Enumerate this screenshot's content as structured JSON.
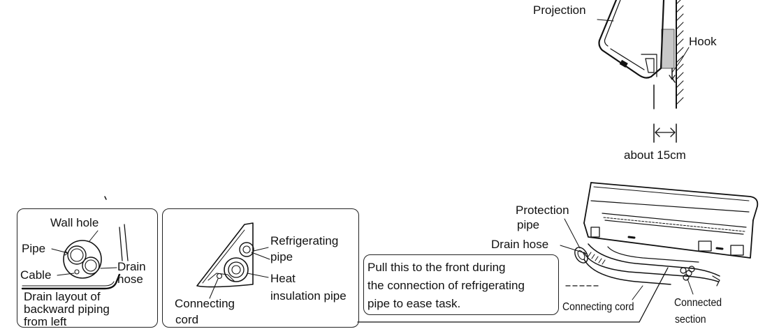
{
  "top_figure": {
    "projection": "Projection",
    "hook": "Hook",
    "distance": "about 15cm"
  },
  "panel_left": {
    "wall_hole": "Wall hole",
    "pipe": "Pipe",
    "cable": "Cable",
    "drain": "Drain",
    "hose": "hose",
    "caption_line1": "Drain layout of",
    "caption_line2": "backward piping",
    "caption_line3": "from left"
  },
  "panel_middle": {
    "refrigerating": "Refrigerating",
    "pipe": "pipe",
    "heat": "Heat",
    "insulation_pipe": "insulation pipe",
    "connecting": "Connecting",
    "cord": "cord"
  },
  "note": {
    "line1": "Pull this to the front during",
    "line2": "the connection of refrigerating",
    "line3": "pipe to ease task."
  },
  "bottom_right": {
    "protection": "Protection",
    "pipe": "pipe",
    "drain_hose": "Drain hose",
    "connecting_cord": "Connecting cord",
    "connected": "Connected",
    "section": "section"
  }
}
